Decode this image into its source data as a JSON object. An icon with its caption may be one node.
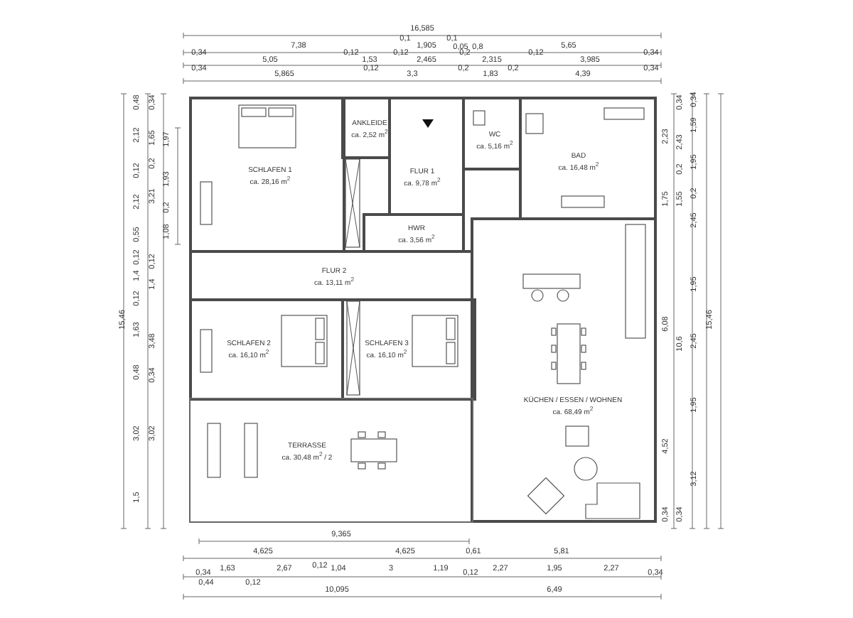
{
  "diagram": {
    "nodes": [
      {
        "text": [
          "SCHLAFEN 1",
          "ca. 28,16 m$^{2}$"
        ]
      },
      {
        "text": [
          "ANKLEIDE",
          "ca. 2,52 m$^{2}$"
        ]
      },
      {
        "text": [
          "FLUR 1",
          "ca. 9,78 m$^{2}$"
        ]
      },
      {
        "text": [
          "WC",
          "ca. 5,16 m$^{2}$"
        ]
      },
      {
        "text": [
          "BAD",
          "ca. 16,48 m$^{2}$"
        ]
      },
      {
        "text": [
          "HWR",
          "ca. 3,56 m$^{2}$"
        ]
      },
      {
        "text": [
          "FLUR 2",
          "ca. 13,11 m$^{2}$"
        ]
      },
      {
        "text": [
          "SCHLAFEN 2",
          "ca. 16,10 m$^{2}$"
        ]
      },
      {
        "text": [
          "SCHLAFEN 3",
          "ca. 16,10 m$^{2}$"
        ]
      },
      {
        "text": [
          "KÜCHEN / ESSEN / WOHNEN",
          "ca. 68,49 m$^{2}$"
        ]
      },
      {
        "text": [
          "TERRASSE",
          "ca. 30,48 m$^{2}$ / 2"
        ]
      }
    ],
    "labels": [
      "16,585",
      "7,38",
      "0,1",
      "1,905",
      "0,1",
      "0,05",
      "0,8",
      "5,65",
      "0,34",
      "5,05",
      "0,12",
      "1,53",
      "0,12",
      "2,465",
      "0,2",
      "2,315",
      "0,12",
      "3,985",
      "0,34",
      "0,34",
      "5,865",
      "0,12",
      "3,3",
      "0,2",
      "1,83",
      "0,2",
      "4,39",
      "0,34",
      "15,46",
      "0,48",
      "2,12",
      "0,12",
      "2,12",
      "0,55",
      "0,12",
      "1,4",
      "0,12",
      "1,63",
      "0,48",
      "3,02",
      "1,5",
      "0,34",
      "1,65",
      "0,2",
      "3,21",
      "0,12",
      "1,4",
      "3,48",
      "0,34",
      "3,02",
      "1,97",
      "1,93",
      "0,2",
      "1,08",
      "2,23",
      "1,75",
      "6,08",
      "4,52",
      "0,34",
      "0,34",
      "2,43",
      "0,2",
      "1,55",
      "10,6",
      "0,34",
      "0,34",
      "1,59",
      "1,95",
      "0,2",
      "2,45",
      "1,95",
      "2,45",
      "1,95",
      "3,12",
      "15,46",
      "9,365",
      "4,625",
      "4,625",
      "0,61",
      "5,81",
      "0,34",
      "1,63",
      "2,67",
      "0,12",
      "1,04",
      "3",
      "1,19",
      "0,12",
      "2,27",
      "1,95",
      "2,27",
      "0,34",
      "0,44",
      "0,12",
      "10,095",
      "6,49"
    ]
  }
}
